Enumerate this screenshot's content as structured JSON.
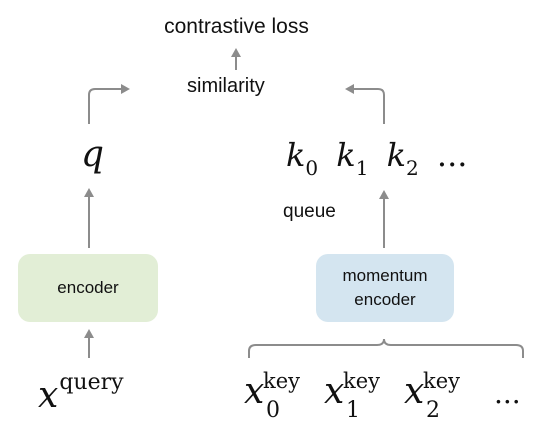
{
  "title": "contrastive loss",
  "similarity_label": "similarity",
  "queue_label": "queue",
  "query_symbol": "q",
  "keys": [
    {
      "base": "k",
      "sub": "0"
    },
    {
      "base": "k",
      "sub": "1"
    },
    {
      "base": "k",
      "sub": "2"
    }
  ],
  "keys_ellipsis": "...",
  "encoder_label": "encoder",
  "momentum_encoder_label": "momentum encoder",
  "x_query": {
    "base": "x",
    "sup": "query"
  },
  "x_keys": [
    {
      "base": "x",
      "sup": "key",
      "sub": "0"
    },
    {
      "base": "x",
      "sup": "key",
      "sub": "1"
    },
    {
      "base": "x",
      "sup": "key",
      "sub": "2"
    }
  ],
  "x_keys_ellipsis": "...",
  "colors": {
    "encoder_fill": "#e2eed6",
    "momentum_encoder_fill": "#d4e5f0",
    "arrow": "#8c8c8c"
  }
}
